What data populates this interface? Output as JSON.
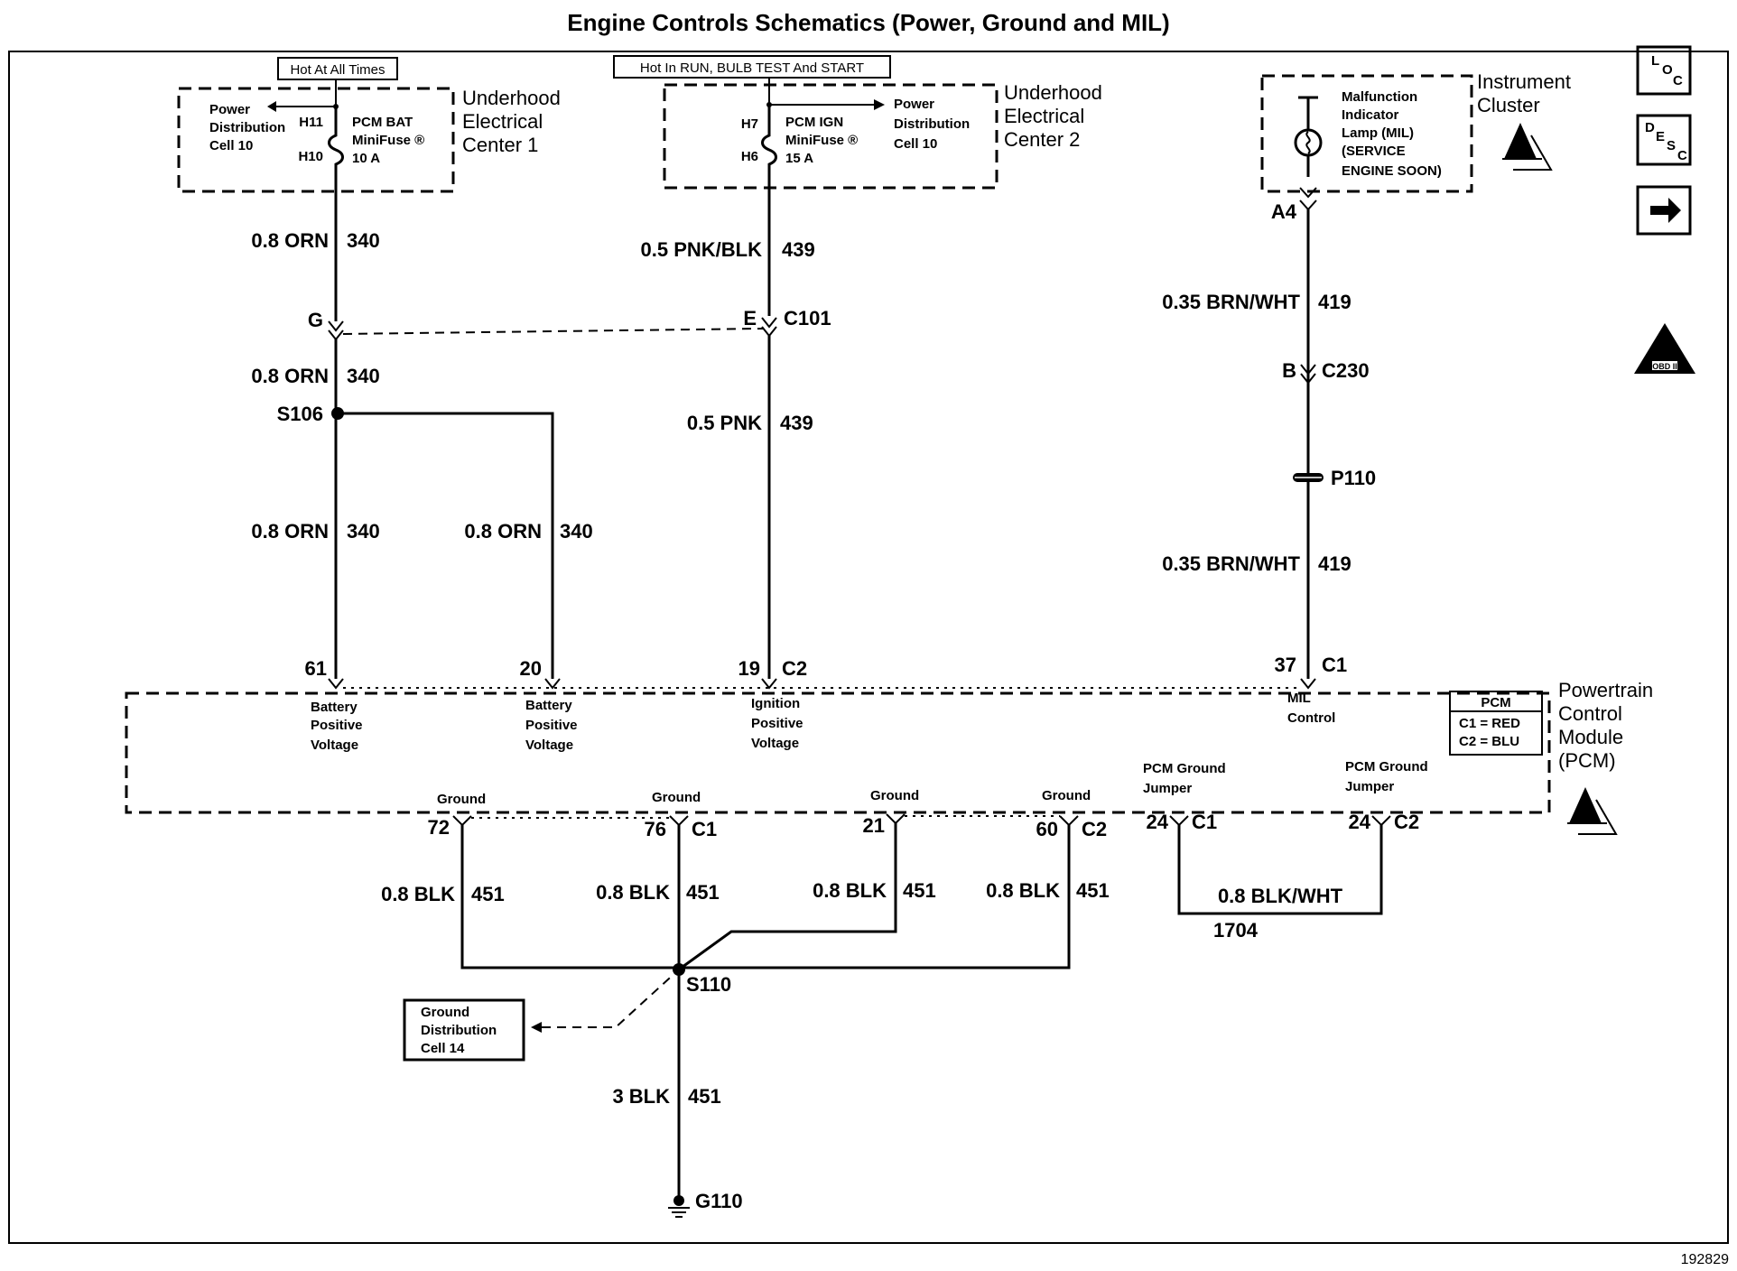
{
  "title": "Engine Controls Schematics (Power, Ground and MIL)",
  "figure_number": "192829",
  "side_icons": {
    "loc": "L O C",
    "desc": "D E S C",
    "arrow": "arrow-right-icon",
    "obd": "OBD II"
  },
  "hot_labels": {
    "bat": "Hot At All Times",
    "ign": "Hot In RUN, BULB TEST And START"
  },
  "fuse_boxes": {
    "uec1": {
      "name_lines": [
        "Underhood",
        "Electrical",
        "Center 1"
      ],
      "pdc_lines": [
        "Power",
        "Distribution",
        "Cell 10"
      ],
      "pin_top": "H11",
      "pin_bottom": "H10",
      "fuse_lines": [
        "PCM BAT",
        "MiniFuse ®",
        "10 A"
      ]
    },
    "uec2": {
      "name_lines": [
        "Underhood",
        "Electrical",
        "Center 2"
      ],
      "pdc_lines": [
        "Power",
        "Distribution",
        "Cell 10"
      ],
      "pin_top": "H7",
      "pin_bottom": "H6",
      "fuse_lines": [
        "PCM IGN",
        "MiniFuse ®",
        "15 A"
      ]
    }
  },
  "instrument_cluster": {
    "name_lines": [
      "Instrument",
      "Cluster"
    ],
    "lamp_lines": [
      "Malfunction",
      "Indicator",
      "Lamp (MIL)",
      "(SERVICE",
      "ENGINE SOON)"
    ],
    "pin": "A4"
  },
  "wires": {
    "w340_a": {
      "gauge": "0.8 ORN",
      "circuit": "340"
    },
    "w340_b": {
      "gauge": "0.8 ORN",
      "circuit": "340"
    },
    "w340_c": {
      "gauge": "0.8 ORN",
      "circuit": "340"
    },
    "w340_d": {
      "gauge": "0.8 ORN",
      "circuit": "340"
    },
    "w439_a": {
      "gauge": "0.5 PNK/BLK",
      "circuit": "439"
    },
    "w439_b": {
      "gauge": "0.5 PNK",
      "circuit": "439"
    },
    "w419_a": {
      "gauge": "0.35 BRN/WHT",
      "circuit": "419"
    },
    "w419_b": {
      "gauge": "0.35 BRN/WHT",
      "circuit": "419"
    },
    "w451_a": {
      "gauge": "0.8 BLK",
      "circuit": "451"
    },
    "w451_b": {
      "gauge": "0.8 BLK",
      "circuit": "451"
    },
    "w451_c": {
      "gauge": "0.8 BLK",
      "circuit": "451"
    },
    "w451_d": {
      "gauge": "0.8 BLK",
      "circuit": "451"
    },
    "w451_e": {
      "gauge": "3 BLK",
      "circuit": "451"
    },
    "w1704": {
      "gauge": "0.8 BLK/WHT",
      "circuit": "1704"
    }
  },
  "connectors": {
    "c101": {
      "name": "C101",
      "pin_g": "G",
      "pin_e": "E"
    },
    "c230": {
      "name": "C230",
      "pin": "B"
    },
    "p110": "P110",
    "s106": "S106",
    "s110": "S110",
    "g110": "G110"
  },
  "pcm": {
    "name_lines": [
      "Powertrain",
      "Control",
      "Module",
      "(PCM)"
    ],
    "legend_title": "PCM",
    "legend_c1": "C1 = RED",
    "legend_c2": "C2 = BLU",
    "top_pins": {
      "p61": {
        "pin": "61",
        "lines": [
          "Battery",
          "Positive",
          "Voltage"
        ]
      },
      "p20": {
        "pin": "20",
        "lines": [
          "Battery",
          "Positive",
          "Voltage"
        ]
      },
      "p19": {
        "pin": "19",
        "conn": "C2",
        "lines": [
          "Ignition",
          "Positive",
          "Voltage"
        ]
      },
      "p37": {
        "pin": "37",
        "conn": "C1",
        "lines": [
          "MIL",
          "Control"
        ]
      }
    },
    "bottom_pins": {
      "p72": {
        "pin": "72",
        "label": "Ground"
      },
      "p76": {
        "pin": "76",
        "conn": "C1",
        "label": "Ground"
      },
      "p21": {
        "pin": "21",
        "label": "Ground"
      },
      "p60": {
        "pin": "60",
        "conn": "C2",
        "label": "Ground"
      },
      "j1": {
        "pin": "24",
        "conn": "C1",
        "lines": [
          "PCM Ground",
          "Jumper"
        ]
      },
      "j2": {
        "pin": "24",
        "conn": "C2",
        "lines": [
          "PCM Ground",
          "Jumper"
        ]
      }
    }
  },
  "ground_distribution": {
    "lines": [
      "Ground",
      "Distribution",
      "Cell 14"
    ]
  }
}
